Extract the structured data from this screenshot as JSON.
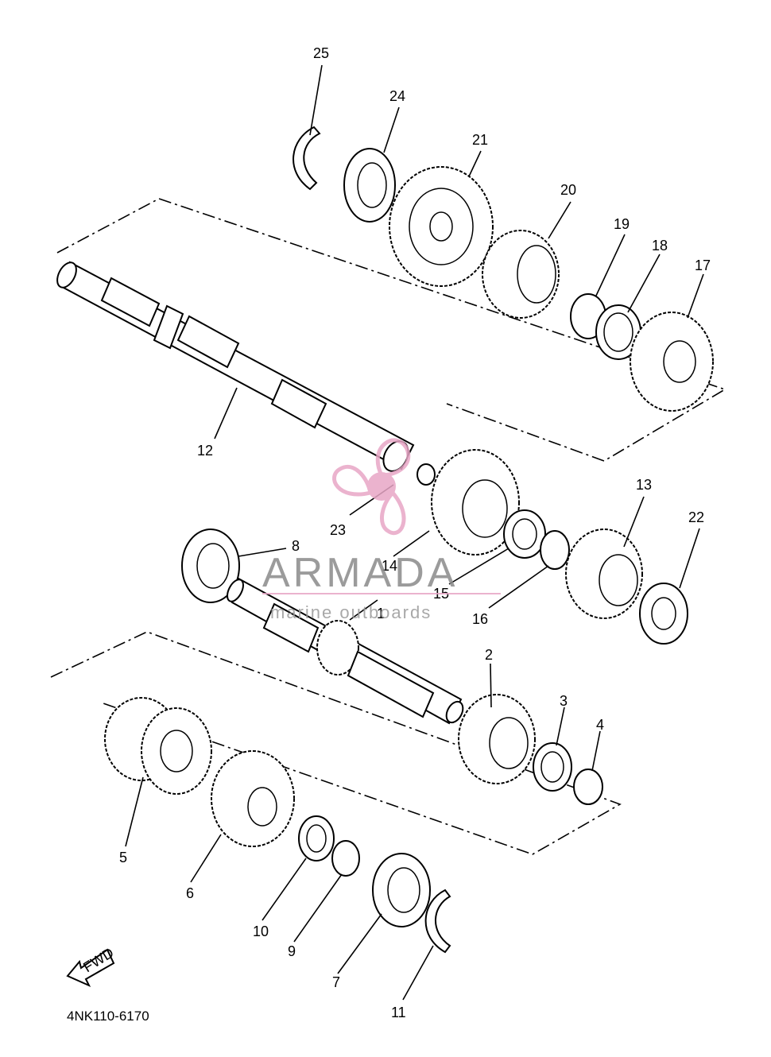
{
  "diagram": {
    "code": "4NK110-6170",
    "fwd_label": "FWD",
    "callouts": [
      "1",
      "2",
      "3",
      "4",
      "5",
      "6",
      "7",
      "8",
      "9",
      "10",
      "11",
      "12",
      "13",
      "14",
      "15",
      "16",
      "17",
      "18",
      "19",
      "20",
      "21",
      "22",
      "23",
      "24",
      "25"
    ]
  },
  "watermark": {
    "title": "ARMADA",
    "subtitle": "marine outboards",
    "color": "#e8a6c6"
  }
}
